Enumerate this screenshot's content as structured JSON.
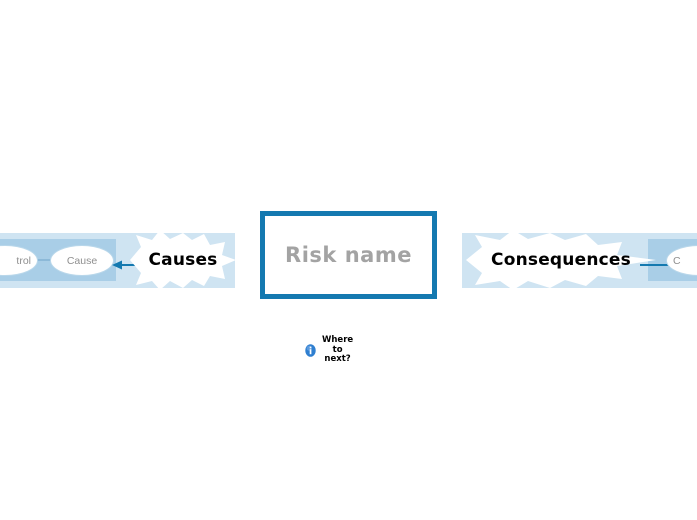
{
  "diagram": {
    "type": "bowtie-risk-diagram",
    "center": {
      "title": "Risk name",
      "border_color": "#1479b0",
      "text_color": "#a3a3a3"
    },
    "left": {
      "badge_label": "Causes",
      "band_color": "#cfe4f2",
      "lane_color": "#a9cee7",
      "arrow_color": "#1479b0",
      "arrow_direction": "left",
      "nodes": [
        {
          "label": "trol",
          "full_label": "Control",
          "clipped": true
        },
        {
          "label": "Cause",
          "full_label": "Cause",
          "clipped": false
        }
      ]
    },
    "right": {
      "badge_label": "Consequences",
      "band_color": "#cfe4f2",
      "lane_color": "#a9cee7",
      "arrow_color": "#1479b0",
      "arrow_direction": "right",
      "nodes": [
        {
          "label": "C",
          "full_label": "Consequence",
          "clipped": true
        }
      ]
    },
    "hint": {
      "icon": "info-icon",
      "line1": "Where",
      "line2": "to",
      "line3": "next?",
      "icon_color": "#2f7fd0"
    }
  }
}
